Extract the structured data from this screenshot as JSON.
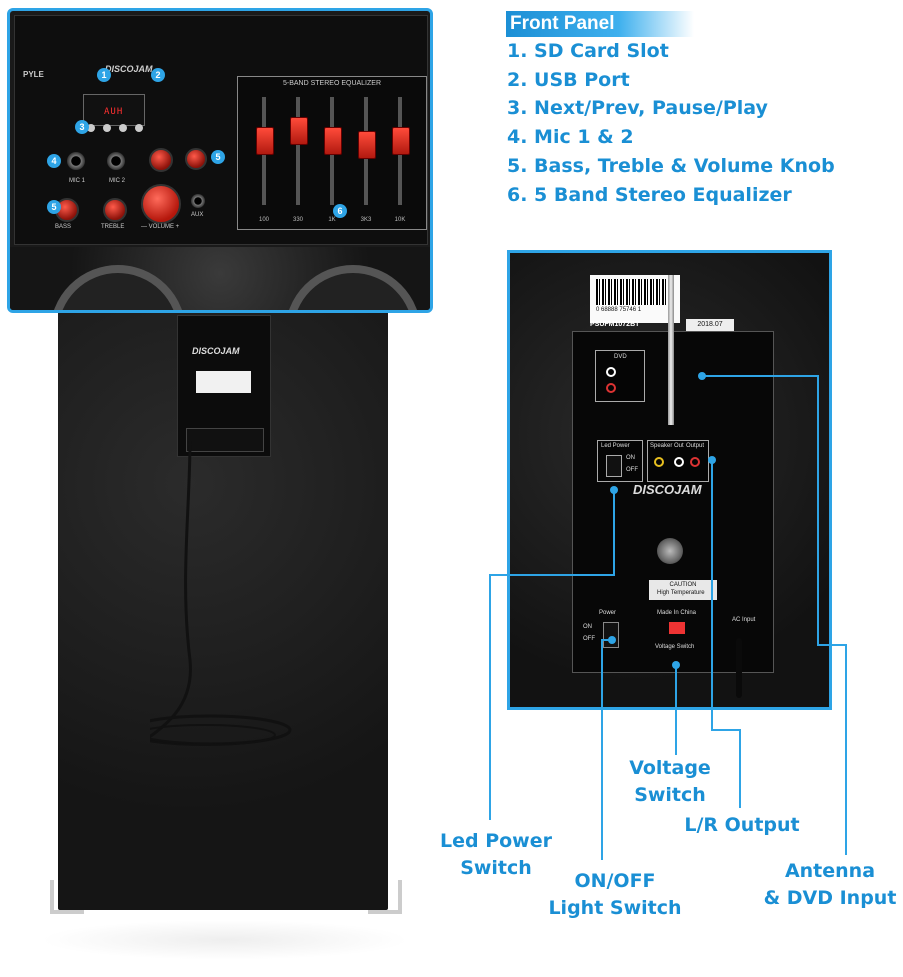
{
  "front_panel": {
    "title": "Front Panel",
    "items": [
      "1. SD Card Slot",
      "2. USB Port",
      "3. Next/Prev, Pause/Play",
      "4. Mic 1 & 2",
      "5. Bass, Treble & Volume Knob",
      "6. 5 Band Stereo Equalizer"
    ]
  },
  "front_photo": {
    "brand": "PYLE",
    "logo": "DISCOJAM",
    "eq_title": "5-BAND STEREO EQUALIZER",
    "eq_freqs": [
      "100",
      "330",
      "1K",
      "3K3",
      "10K"
    ],
    "display_text": "AUH",
    "mic1": "MIC 1",
    "mic2": "MIC 2",
    "bass": "BASS",
    "treble": "TREBLE",
    "volume": "— VOLUME +",
    "aux": "AUX",
    "badges": [
      "1",
      "2",
      "3",
      "4",
      "5",
      "5",
      "6"
    ]
  },
  "rear_photo": {
    "barcode_number": "0 68888 75746 1",
    "model": "PSUFM1072BT",
    "date": "2018.07",
    "dvd": "DVD",
    "led_power": "Led Power",
    "on": "ON",
    "off": "OFF",
    "speaker_out": "Speaker Out",
    "output": "Output",
    "logo": "DISCOJAM",
    "caution": "CAUTION",
    "high_temp": "High Temperature",
    "made_in": "Made In China",
    "power": "Power",
    "voltage_switch": "Voltage Switch",
    "ac_input": "AC Input"
  },
  "callouts": {
    "led_power_switch": [
      "Led Power",
      "Switch"
    ],
    "on_off_light_switch": [
      "ON/OFF",
      "Light Switch"
    ],
    "voltage_switch": [
      "Voltage",
      "Switch"
    ],
    "lr_output": "L/R Output",
    "antenna_dvd": [
      "Antenna",
      "& DVD Input"
    ]
  },
  "colors": {
    "accent": "#1a8fd4",
    "frame": "#2ea4e6",
    "knob": "#d9261a"
  }
}
